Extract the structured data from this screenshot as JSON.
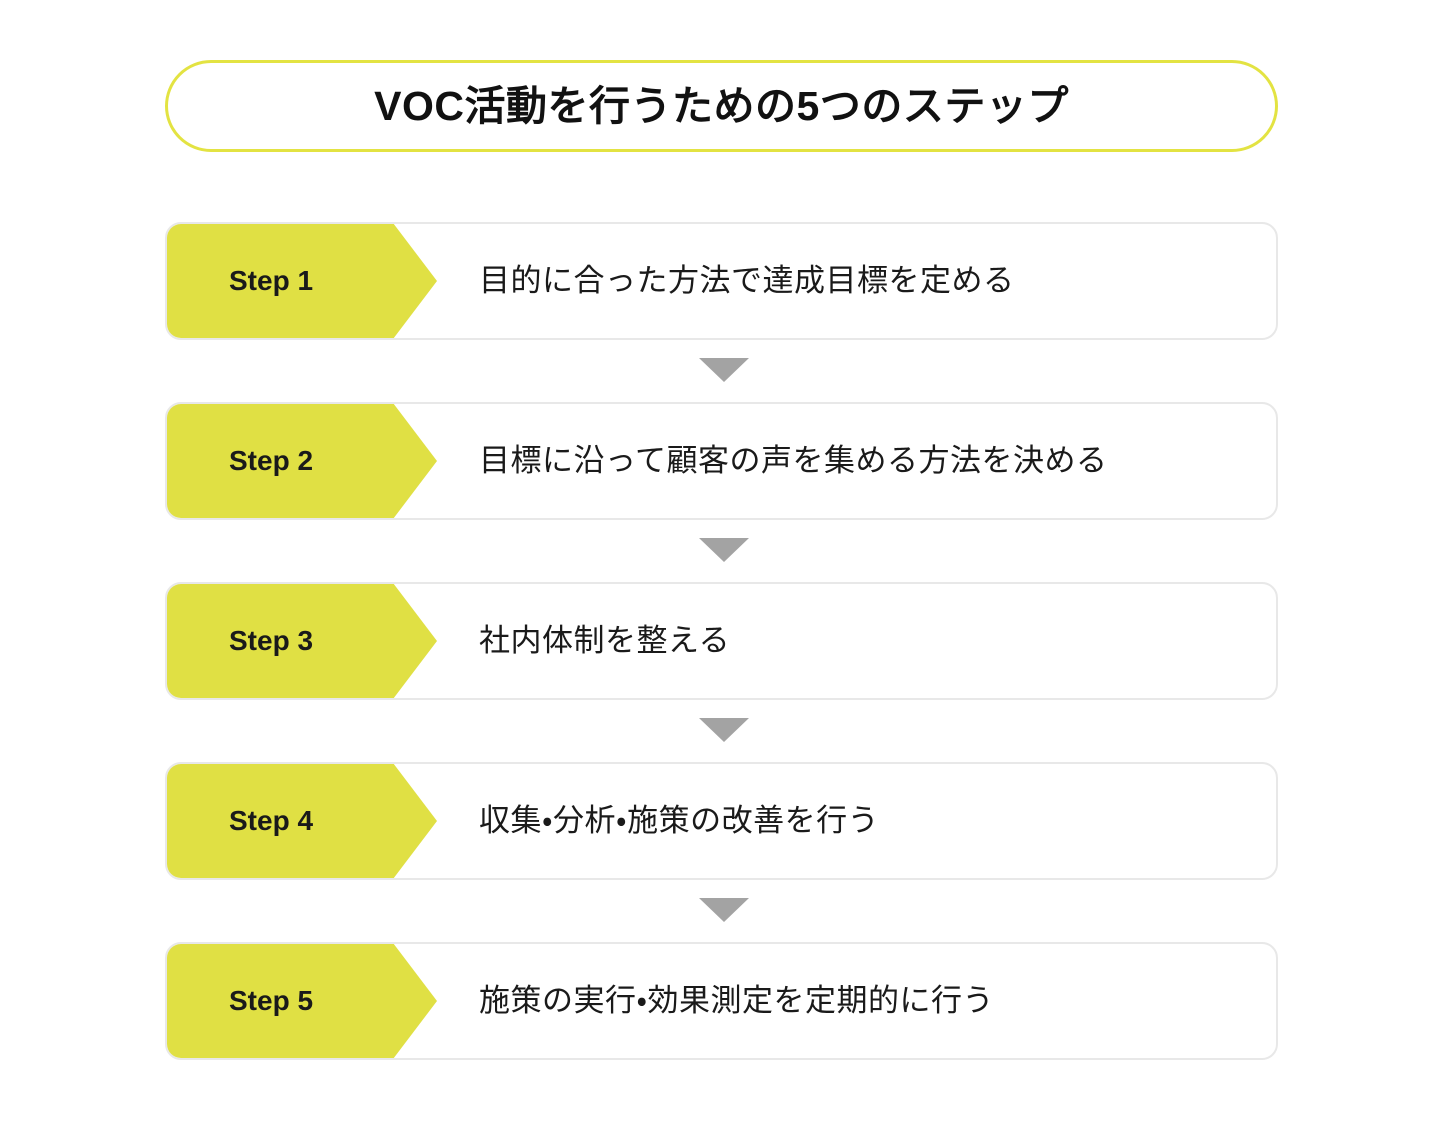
{
  "title": {
    "text": "VOC活動を行うための5つのステップ"
  },
  "theme": {
    "accent_yellow": "#E0E044",
    "title_border": "#E3E342",
    "card_border": "#E8E8E8",
    "connector_gray": "#A3A3A3",
    "text_color": "#1a1a1a",
    "background": "#ffffff"
  },
  "steps": [
    {
      "label": "Step 1",
      "description": "目的に合った方法で達成目標を定める"
    },
    {
      "label": "Step 2",
      "description": "目標に沿って顧客の声を集める方法を決める"
    },
    {
      "label": "Step 3",
      "description": "社内体制を整える"
    },
    {
      "label": "Step 4",
      "description": "収集・分析・施策の改善を行う"
    },
    {
      "label": "Step 5",
      "description": "施策の実行・効果測定を定期的に行う"
    }
  ],
  "connectors": {
    "icon": "triangle-down-icon",
    "count": 4
  }
}
